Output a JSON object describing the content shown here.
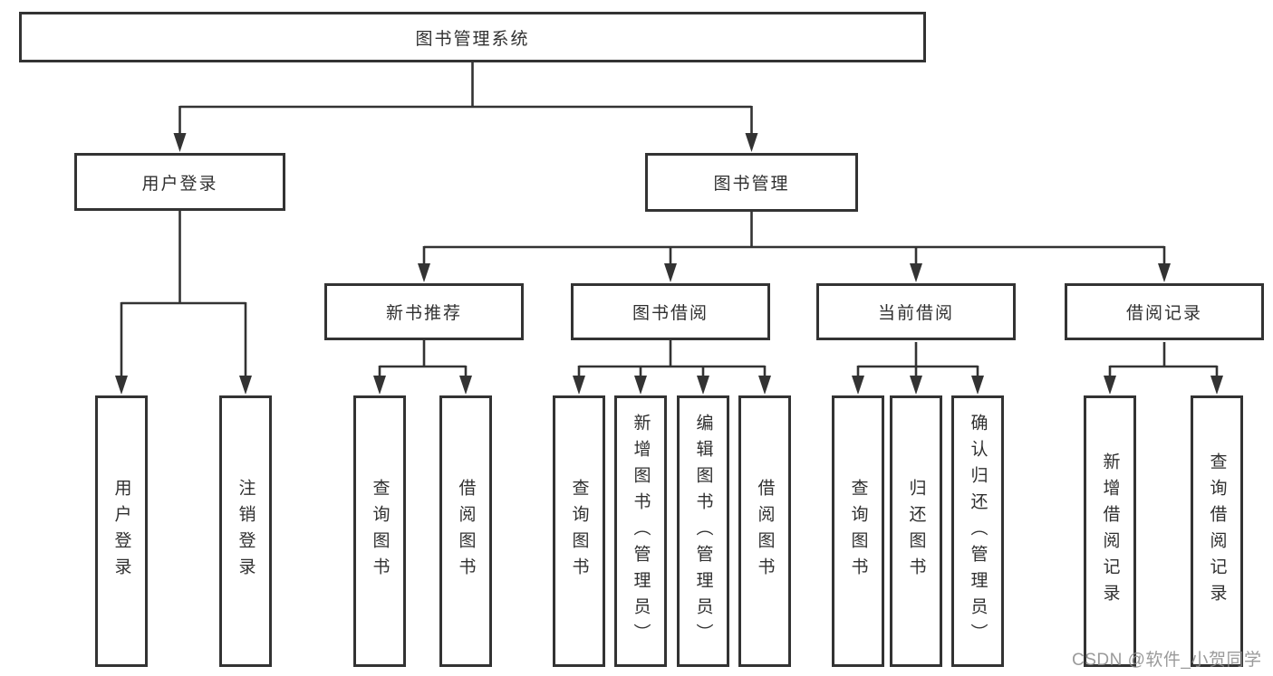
{
  "diagram_title": "图书管理系统",
  "nodes": {
    "root": "图书管理系统",
    "user_login": "用户登录",
    "book_management": "图书管理",
    "new_book_recommend": "新书推荐",
    "book_borrowing": "图书借阅",
    "current_borrowing": "当前借阅",
    "borrowing_records": "借阅记录",
    "leaf_user_login": "用户登录",
    "leaf_logout": "注销登录",
    "leaf_nb_query_books": "查询图书",
    "leaf_nb_borrow_books": "借阅图书",
    "leaf_bb_query_books": "查询图书",
    "leaf_bb_add_books": "新增图书（管理员）",
    "leaf_bb_edit_books": "编辑图书（管理员）",
    "leaf_bb_borrow_books": "借阅图书",
    "leaf_cb_query_books": "查询图书",
    "leaf_cb_return_books": "归还图书",
    "leaf_cb_confirm_return": "确认归还（管理员）",
    "leaf_br_add_record": "新增借阅记录",
    "leaf_br_query_record": "查询借阅记录"
  },
  "hierarchy": {
    "图书管理系统": {
      "用户登录": [
        "用户登录",
        "注销登录"
      ],
      "图书管理": {
        "新书推荐": [
          "查询图书",
          "借阅图书"
        ],
        "图书借阅": [
          "查询图书",
          "新增图书（管理员）",
          "编辑图书（管理员）",
          "借阅图书"
        ],
        "当前借阅": [
          "查询图书",
          "归还图书",
          "确认归还（管理员）"
        ],
        "借阅记录": [
          "新增借阅记录",
          "查询借阅记录"
        ]
      }
    }
  },
  "watermark": "CSDN @软件_小贺同学",
  "colors": {
    "line": "#333333",
    "text": "#303030",
    "box_fill": "#ffffff",
    "watermark": "#8c8c8c"
  }
}
